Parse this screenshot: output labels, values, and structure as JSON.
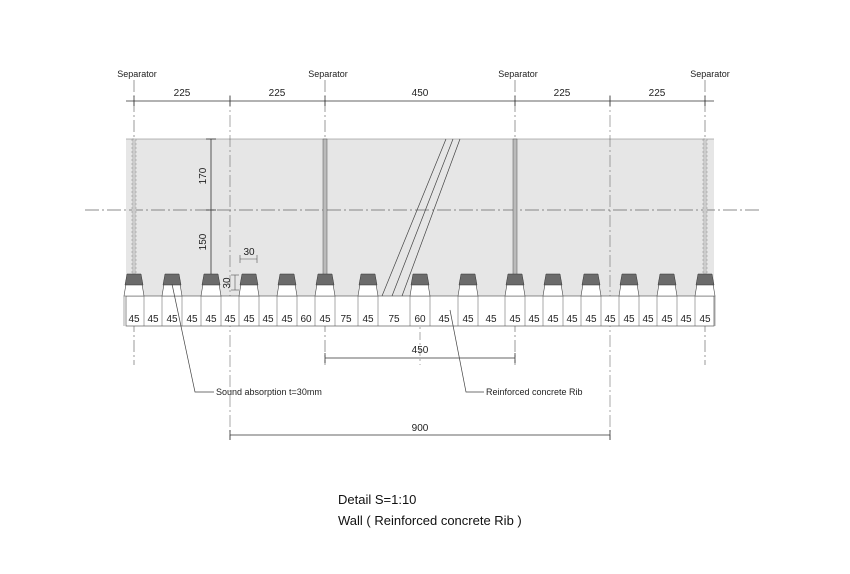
{
  "separator_label": "Separator",
  "top_dimensions": [
    "225",
    "225",
    "450",
    "225",
    "225"
  ],
  "vertical_dimensions": {
    "upper": "170",
    "lower": "150"
  },
  "absorption_dims": {
    "width": "30",
    "height": "30"
  },
  "rib_cell_labels": [
    "45",
    "45",
    "45",
    "45",
    "45",
    "45",
    "45",
    "45",
    "45",
    "60",
    "45",
    "75",
    "45",
    "75",
    "60",
    "45",
    "45",
    "45",
    "45",
    "45",
    "45",
    "45",
    "45",
    "45",
    "45"
  ],
  "bottom_dimensions": {
    "inner": "450",
    "outer": "900"
  },
  "callouts": {
    "sound_absorption": "Sound absorption t=30mm",
    "rib": "Reinforced concrete Rib"
  },
  "title": {
    "line1": "Detail S=1:10",
    "line2": "Wall ( Reinforced concrete Rib )"
  },
  "colors": {
    "panel": "#e6e6e6",
    "rib_cap": "#6b6b6b",
    "line": "#333333"
  }
}
